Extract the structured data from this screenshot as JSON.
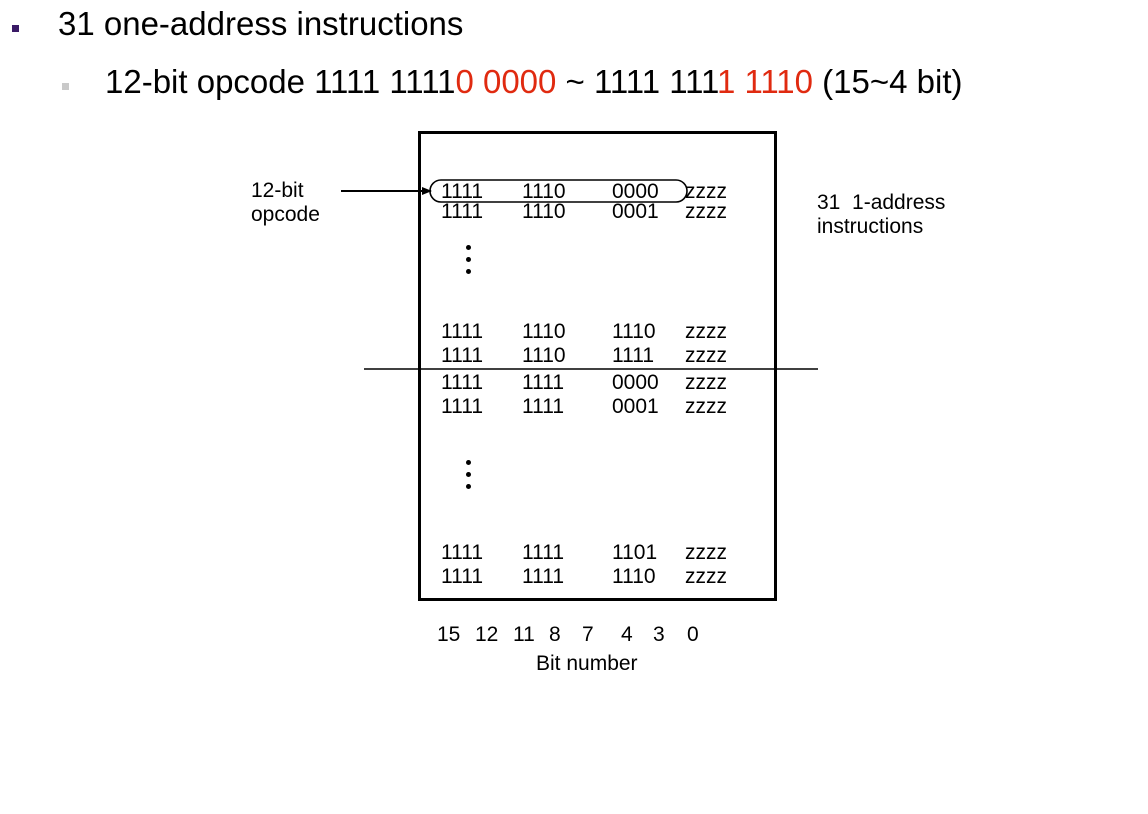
{
  "bullets": {
    "level1_text": "31 one-address instructions",
    "level2": {
      "prefix": "12-bit opcode 1111 1111",
      "red1": "0 0000",
      "middle": " ~ 1111 111",
      "red2": "1 1110",
      "suffix": " (15~4 bit)"
    }
  },
  "diagram": {
    "opcode_label_line1": "12-bit",
    "opcode_label_line2": "opcode",
    "side_label_line1": "31  1-address",
    "side_label_line2": "instructions",
    "rows_group1": [
      [
        "1111",
        "1110",
        "0000",
        "zzzz"
      ],
      [
        "1111",
        "1110",
        "0001",
        "zzzz"
      ]
    ],
    "rows_group2": [
      [
        "1111",
        "1110",
        "1110",
        "zzzz"
      ],
      [
        "1111",
        "1110",
        "1111",
        "zzzz"
      ],
      [
        "1111",
        "1111",
        "0000",
        "zzzz"
      ],
      [
        "1111",
        "1111",
        "0001",
        "zzzz"
      ]
    ],
    "rows_group3": [
      [
        "1111",
        "1111",
        "1101",
        "zzzz"
      ],
      [
        "1111",
        "1111",
        "1110",
        "zzzz"
      ]
    ],
    "bit_numbers": [
      "15",
      "12",
      "11",
      "8",
      "7",
      "4",
      "3",
      "0"
    ],
    "bit_number_title": "Bit number"
  }
}
